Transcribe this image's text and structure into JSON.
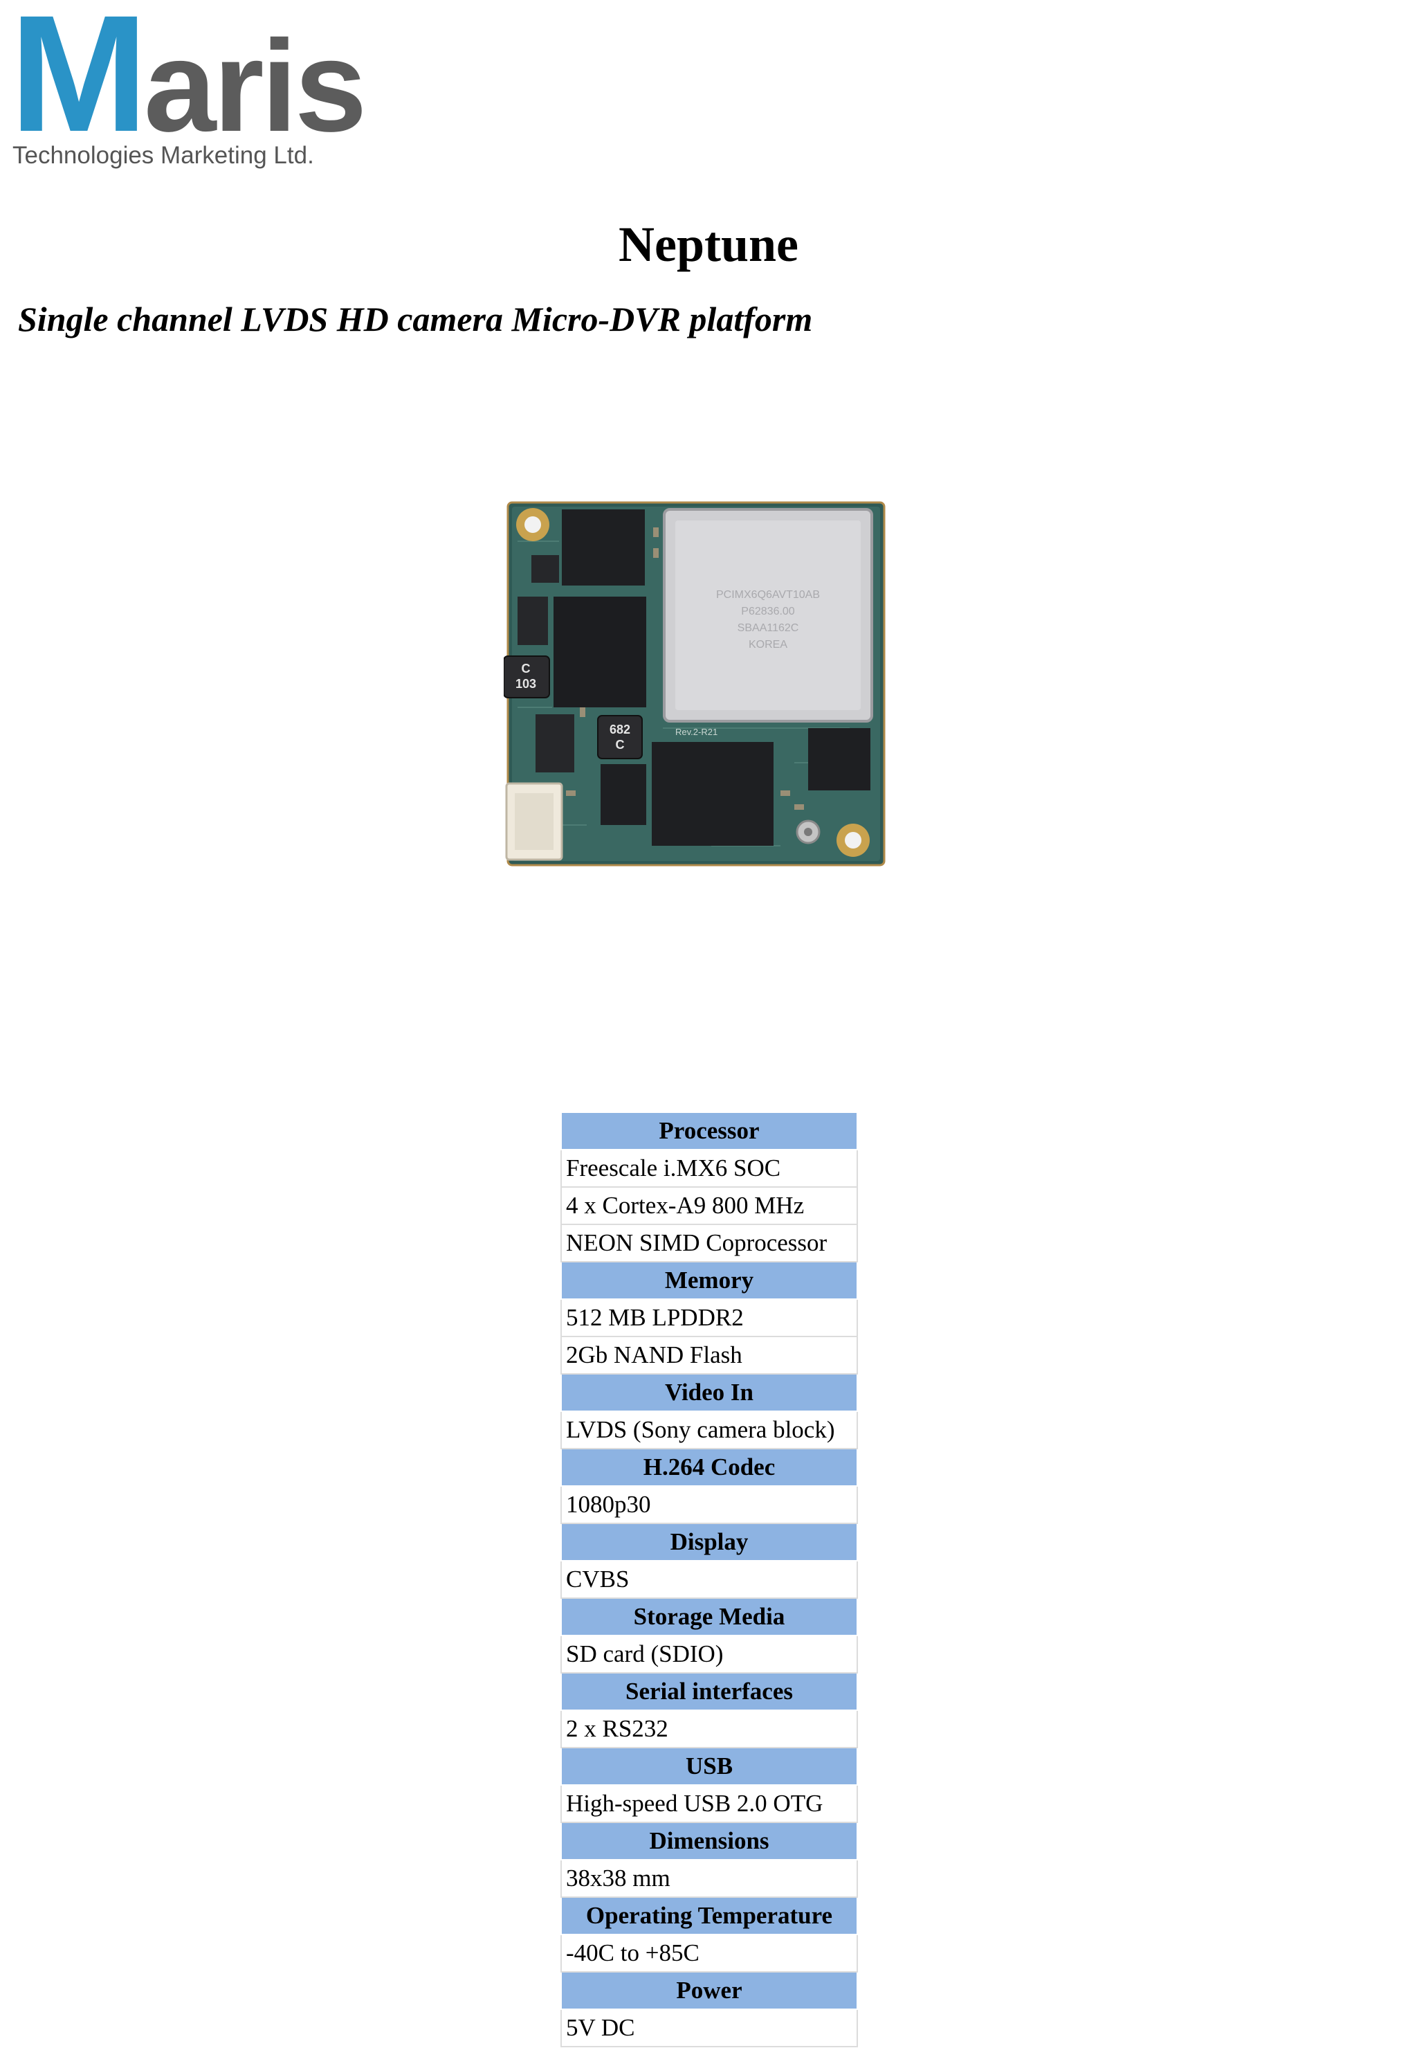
{
  "logo": {
    "initial": "M",
    "rest": "aris",
    "subtitle": "Technologies Marketing Ltd.",
    "colors": {
      "initial": "#2a93c7",
      "rest": "#5c5c5c"
    }
  },
  "title": "Neptune",
  "subtitle": "Single channel LVDS HD camera Micro-DVR platform",
  "board_image": {
    "chip_label": [
      "PCIMX6Q6AVT10AB",
      "P62836.00",
      "SBAA1162C",
      "KOREA"
    ],
    "inductor_left": [
      "C",
      "103"
    ],
    "inductor_mid": [
      "682",
      "C"
    ],
    "silk_rev": "Rev.2-R21"
  },
  "specs": [
    {
      "type": "header",
      "text": "Processor"
    },
    {
      "type": "value",
      "text": "Freescale i.MX6 SOC"
    },
    {
      "type": "value",
      "text": "4 x Cortex-A9 800 MHz"
    },
    {
      "type": "value",
      "text": "NEON SIMD Coprocessor"
    },
    {
      "type": "header",
      "text": "Memory"
    },
    {
      "type": "value",
      "text": "512 MB LPDDR2"
    },
    {
      "type": "value",
      "text": "2Gb NAND Flash"
    },
    {
      "type": "header",
      "text": "Video In"
    },
    {
      "type": "value",
      "text": "LVDS (Sony camera block)"
    },
    {
      "type": "header",
      "text": "H.264 Codec"
    },
    {
      "type": "value",
      "text": "1080p30"
    },
    {
      "type": "header",
      "text": "Display"
    },
    {
      "type": "value",
      "text": "CVBS"
    },
    {
      "type": "header",
      "text": "Storage Media"
    },
    {
      "type": "value",
      "text": "SD card (SDIO)"
    },
    {
      "type": "header",
      "text": "Serial interfaces"
    },
    {
      "type": "value",
      "text": "2 x RS232"
    },
    {
      "type": "header",
      "text": "USB"
    },
    {
      "type": "value",
      "text": "High-speed USB 2.0 OTG"
    },
    {
      "type": "header",
      "text": "Dimensions"
    },
    {
      "type": "value",
      "text": "38x38 mm"
    },
    {
      "type": "header",
      "text": "Operating Temperature"
    },
    {
      "type": "value",
      "text": " -40C to +85C"
    },
    {
      "type": "header",
      "text": "Power"
    },
    {
      "type": "value",
      "text": "5V DC"
    }
  ]
}
